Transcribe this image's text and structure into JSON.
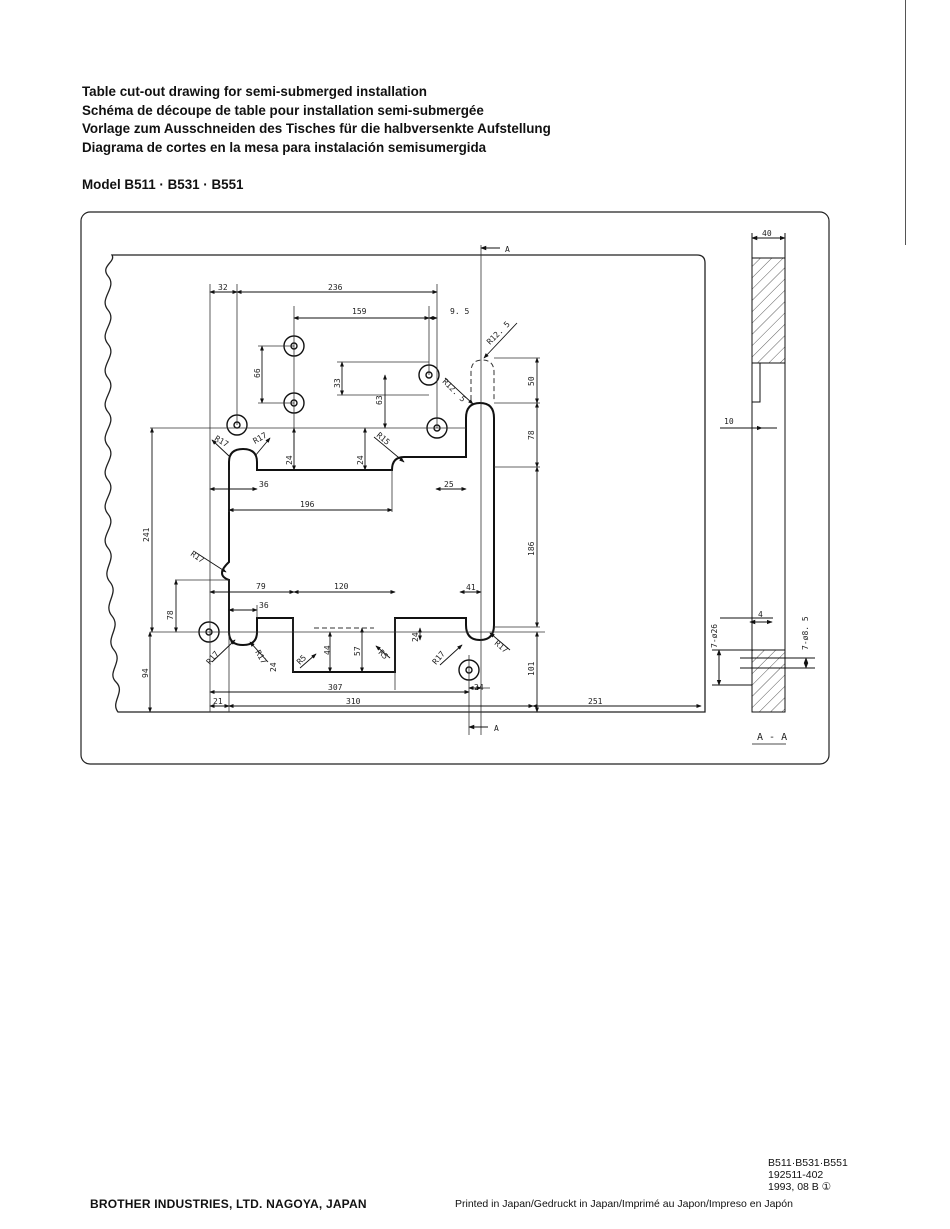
{
  "titles": [
    "Table cut-out drawing for semi-submerged installation",
    "Schéma de découpe de table pour installation semi-submergée",
    "Vorlage zum Ausschneiden des Tisches für die halbversenkte Aufstellung",
    "Diagrama de cortes en la mesa para instalación semisumergida"
  ],
  "model": "Model B511 · B531 · B551",
  "drawing": {
    "section_marker": "A",
    "section_label": "A - A",
    "dims": {
      "d32": "32",
      "d236": "236",
      "d159": "159",
      "d9_5": "9. 5",
      "d66": "66",
      "d33": "33",
      "d63": "63",
      "d50": "50",
      "d78a": "78",
      "r12_5a": "R12. 5",
      "r12_5b": "R12. 5",
      "r17a": "R17",
      "r17b": "R17",
      "r15": "R15",
      "d24a": "24",
      "d24b": "24",
      "d36a": "36",
      "d25": "25",
      "d196": "196",
      "d241": "241",
      "d186": "186",
      "r17c": "R17",
      "d79": "79",
      "d120": "120",
      "d41": "41",
      "d78b": "78",
      "d36b": "36",
      "d94": "94",
      "r17d": "R17",
      "r17e": "R17",
      "d24c": "24",
      "r5a": "R5",
      "d44": "44",
      "d57": "57",
      "r5b": "R5",
      "d24d": "24",
      "r17f": "R17",
      "r17g": "R17",
      "d101": "101",
      "d307": "307",
      "d24e": "24",
      "d21": "21",
      "d310": "310",
      "d251": "251",
      "d40": "40",
      "d10": "10",
      "d4": "4",
      "phi26": "7-ø26",
      "phi8_5": "7-ø8. 5"
    }
  },
  "footer": {
    "models": "B511·B531·B551",
    "part_no": "192511-402",
    "date": "1993, 08 B ①",
    "company": "BROTHER INDUSTRIES, LTD.  NAGOYA, JAPAN",
    "printed": "Printed in Japan/Gedruckt in Japan/Imprimé au Japon/Impreso en Japón"
  }
}
